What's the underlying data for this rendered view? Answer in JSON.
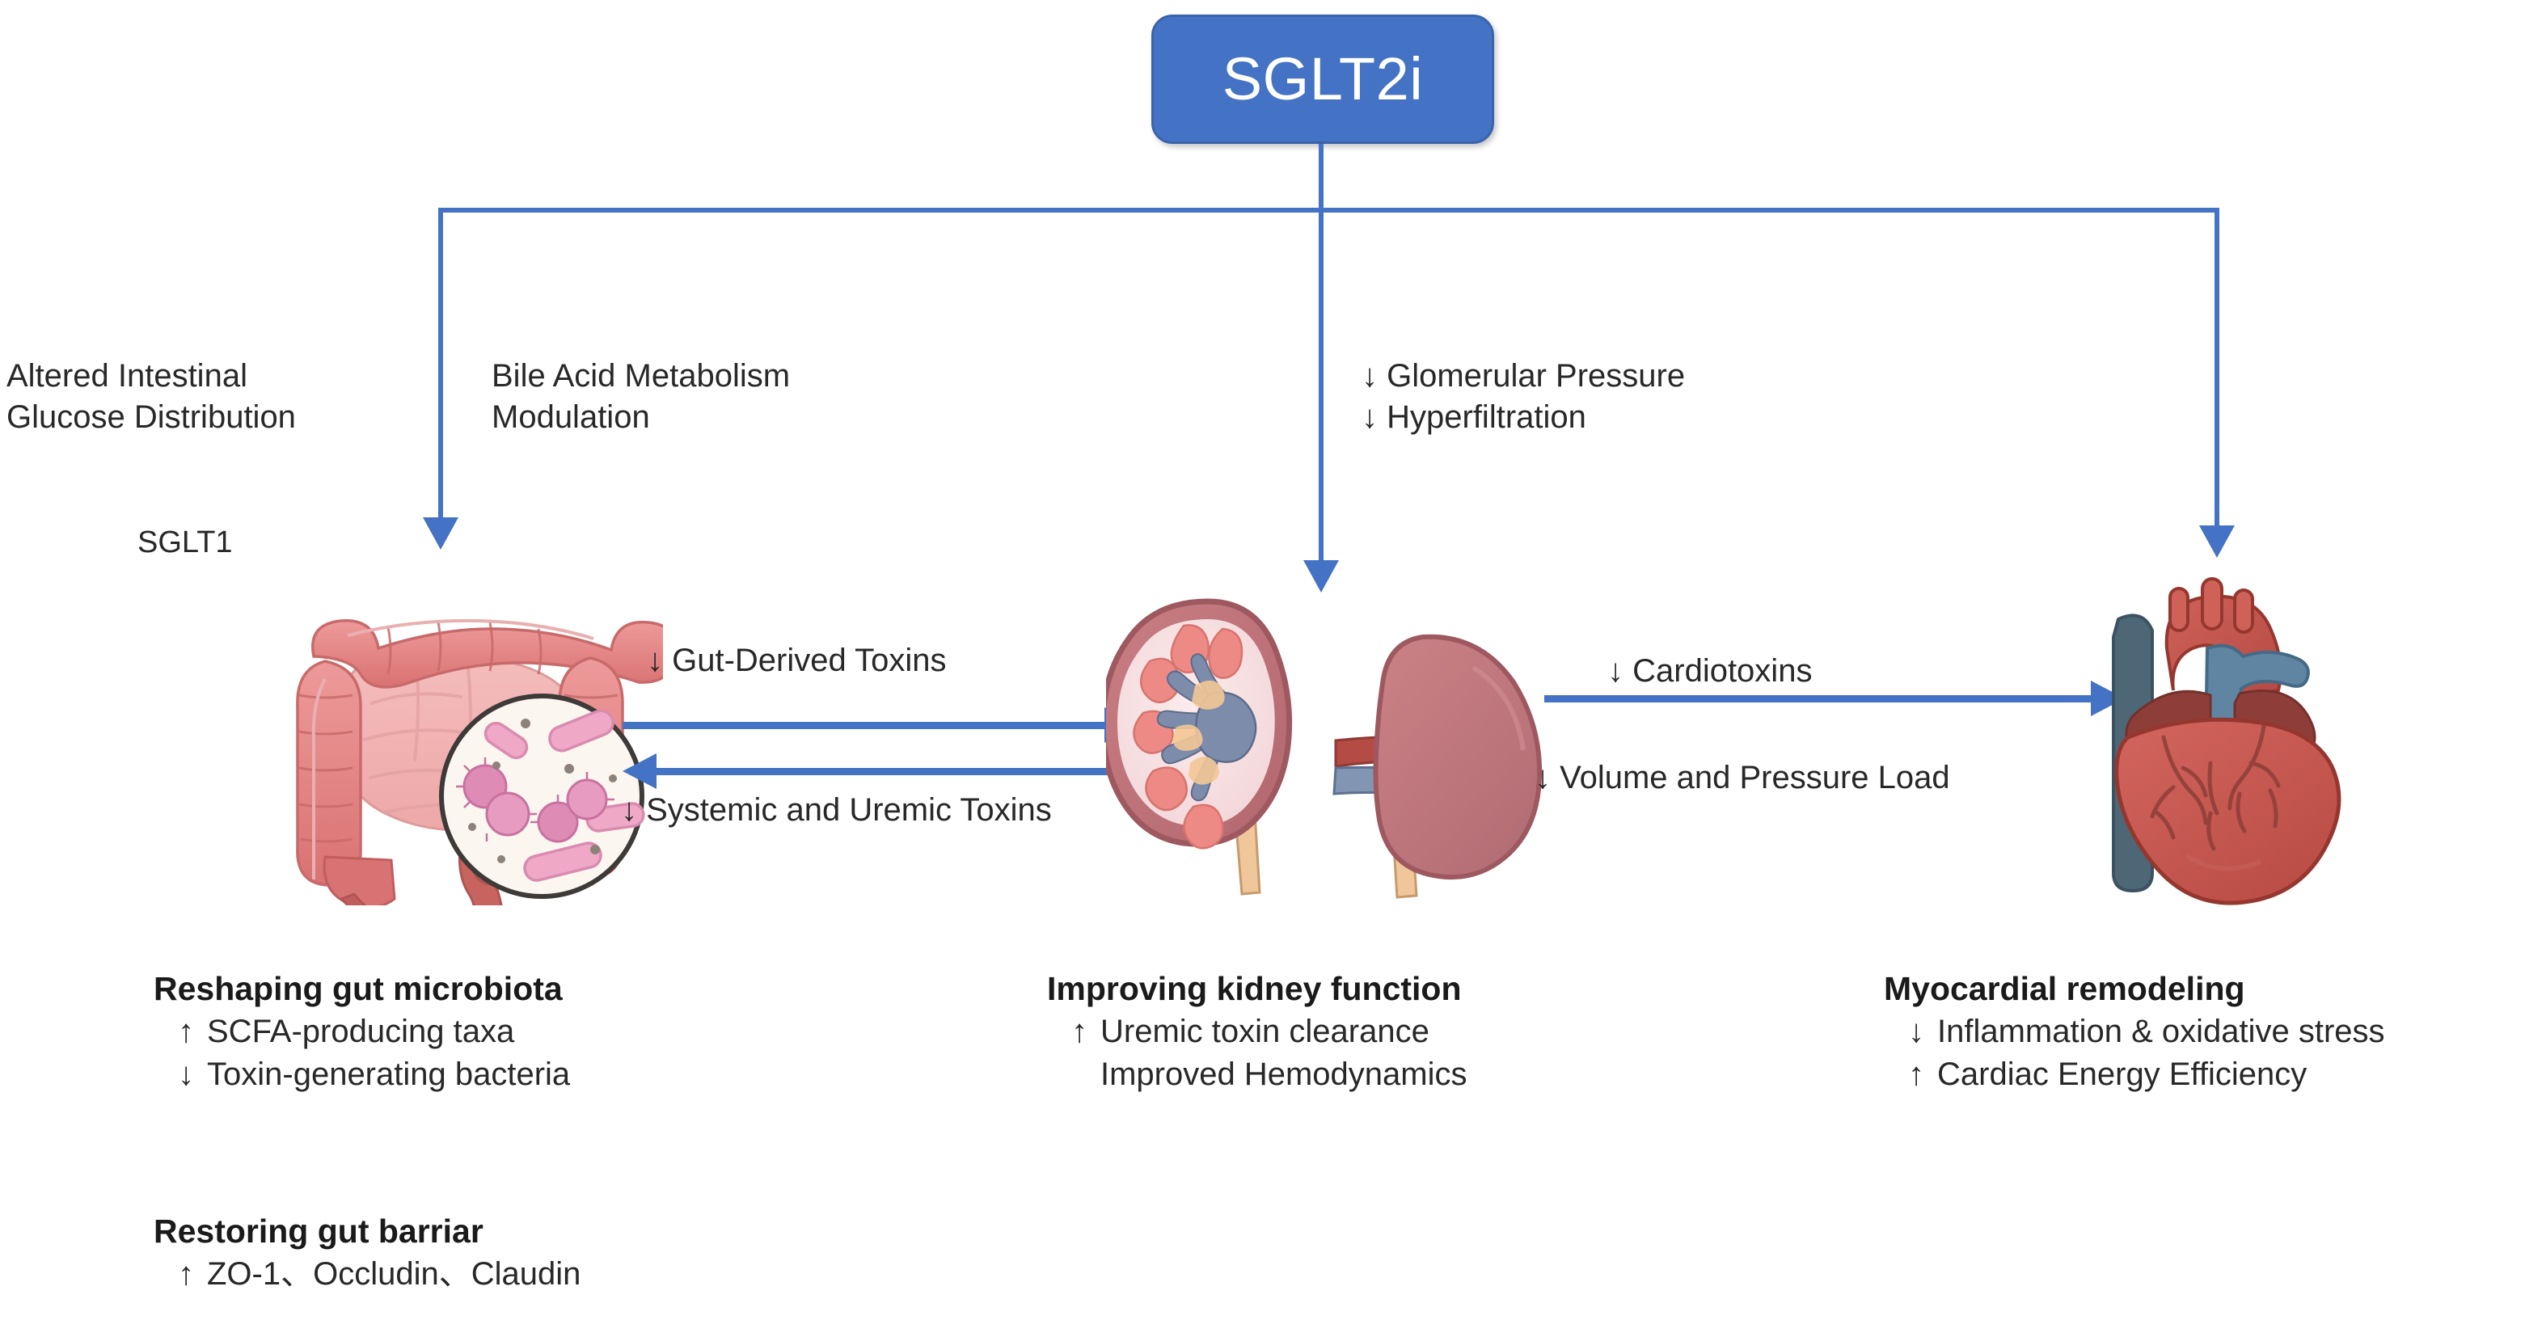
{
  "title": {
    "label": "SGLT2i"
  },
  "colors": {
    "accent_blue": "#4472C4",
    "box_border": "#3A63AE",
    "text": "#282828",
    "intestine_pink": "#E58A8A",
    "kidney_rose": "#C57C82",
    "heart_red": "#C0504D"
  },
  "pathway_labels": {
    "intestinal": "Altered Intestinal\nGlucose Distribution",
    "bile_acid": "Bile Acid Metabolism\nModulation",
    "glomerular": "↓ Glomerular Pressure\n↓ Hyperfiltration"
  },
  "organ_tags": {
    "sglt1": "SGLT1"
  },
  "flow_labels": {
    "gut_derived_toxins": "↓ Gut-Derived Toxins",
    "systemic_uremic_toxins": "↓ Systemic and  Uremic Toxins",
    "cardiotoxins": "↓  Cardiotoxins",
    "volume_pressure_load": "↓ Volume and Pressure Load"
  },
  "summaries": [
    {
      "title": "Reshaping gut microbiota",
      "items": [
        {
          "arrow": "↑",
          "text": "SCFA-producing taxa"
        },
        {
          "arrow": "↓",
          "text": "Toxin-generating bacteria"
        }
      ]
    },
    {
      "title": "Restoring gut barriar",
      "items": [
        {
          "arrow": "↑",
          "text": "ZO-1、Occludin、Claudin"
        }
      ]
    },
    {
      "title": "Improving kidney function",
      "items": [
        {
          "arrow": "↑",
          "text": "Uremic toxin clearance"
        },
        {
          "arrow": "",
          "text": "Improved Hemodynamics"
        }
      ]
    },
    {
      "title": "Myocardial remodeling",
      "items": [
        {
          "arrow": "↓",
          "text": "Inflammation & oxidative stress"
        },
        {
          "arrow": "↑",
          "text": "Cardiac Energy Efficiency"
        }
      ]
    }
  ],
  "icons": {
    "intestine": "intestine-icon",
    "microbiota": "microbiota-magnifier-icon",
    "kidney_section": "kidney-cross-section-icon",
    "kidney_whole": "kidney-whole-icon",
    "heart": "heart-icon"
  }
}
